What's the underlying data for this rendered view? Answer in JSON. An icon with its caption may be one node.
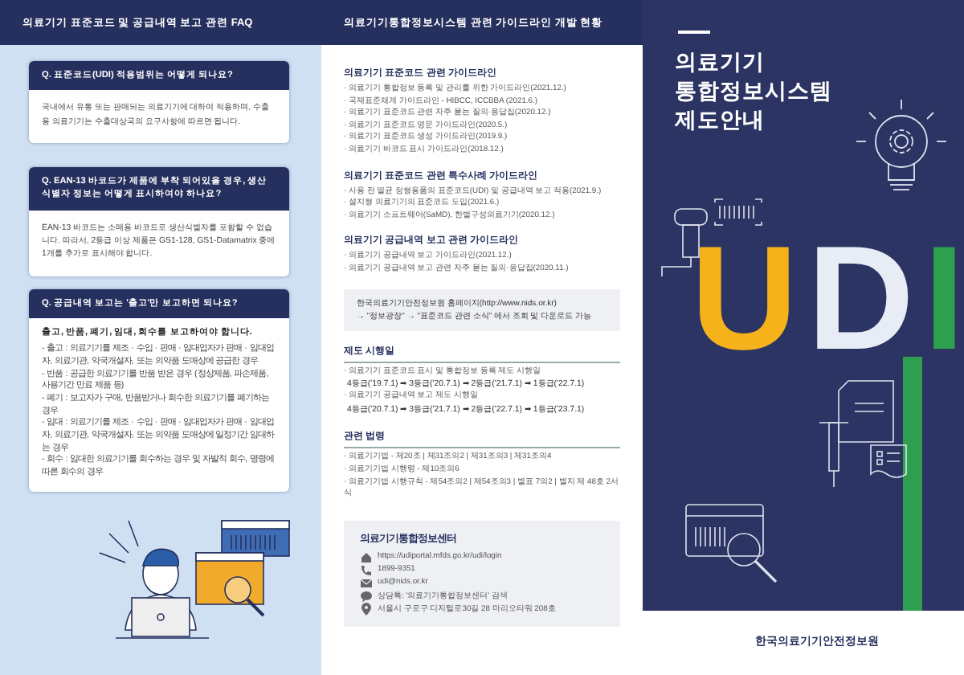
{
  "diagram": {
    "title": "의료기기 통합정보시스템 제도안내",
    "nodes": [
      {
        "text": [
          "Q. 표준코드(UDI) 적용범위는 어떻게 되나요?",
          "국내에서 유통 또는 판매되는 의료기기에 대하여 적용하며, 수출용 의료기기는 수출대상국의 요구사항에 따르면 됩니다."
        ]
      },
      {
        "text": [
          "Q. EAN-13 바코드가 제품에 부착 되어있을 경우, 생산식별자 정보는 어떻게 표시하여야 하나요?",
          "EAN-13 바코드는 소매용 바코드로 생산식별자를 포함할 수 없습니다. 따라서, 2등급 이상 제품은 GS1-128, GS1-Datamatrix 중에 1개를 추가로 표시해야 합니다."
        ]
      },
      {
        "text": [
          "Q. 공급내역 보고는 '출고'만 보고하면 되나요?",
          "출고, 반품, 폐기, 임대, 회수를 보고하여야 합니다.",
          "- 출고 : 의료기기를 제조 · 수입 · 판매 · 임대업자가 판매 · 임대업자, 의료기관, 약국개설자, 또는 의약품 도매상에 공급한 경우",
          "- 반품 : 공급한 의료기기를 반품 받은 경우 (정상제품, 파손제품, 사용기간 만료 제품 등)",
          "- 폐기 : 보고자가 구매, 반품받거나 회수한 의료기기를 폐기하는 경우",
          "- 임대 : 의료기기를 제조 · 수입 · 판매 · 임대업자가 판매 · 임대업자, 의료기관, 약국개설자, 또는 의약품 도매상에 일정기간 임대하는 경우",
          "- 회수 : 임대한 의료기기를 회수하는 경우 및 자발적 회수, 명령에 따른 회수의 경우"
        ]
      },
      {
        "text": [
          "한국의료기기안전정보원 홈페이지(http://www.nids.or.kr)",
          "→ \"정보광장\" → \"표준코드 관련 소식\" 에서 조회 및 다운로드 가능"
        ]
      },
      {
        "text": [
          "의료기기통합정보센터",
          "https://udiportal.mfds.go.kr/udi/login",
          "1899-9351",
          "udi@nids.or.kr",
          "상담톡: '의료기기통합정보센터' 검색",
          "서울시 구로구 디지털로30길 28 마리오타워 208호"
        ]
      }
    ],
    "labels": [
      "의료기기 표준코드 및 공급내역 보고 관련 FAQ",
      "의료기기통합정보시스템 관련 가이드라인 개발 현황",
      "의료기기 표준코드 관련 가이드라인",
      "· 의료기기 통합정보 등록 및 관리를 위한 가이드라인(2021.12.)",
      "· 국제표준체계 가이드라인 - HIBCC, ICCBBA (2021.6.)",
      "· 의료기기 표준코드 관련 자주 묻는 질의·응답집(2020.12.)",
      "· 의료기기 표준코드 영문 가이드라인(2020.5.)",
      "· 의료기기 표준코드 생성 가이드라인(2019.9.)",
      "· 의료기기 바코드 표시 가이드라인(2018.12.)",
      "의료기기 표준코드 관련 특수사례 가이드라인",
      "· 사용 전 멸균 정형용품의 표준코드(UDI) 및 공급내역 보고 적용(2021.9.)",
      "· 설치형 의료기기의 표준코드 도입(2021.6.)",
      "· 의료기기 소프트웨어(SaMD), 한벌구성의료기기(2020.12.)",
      "의료기기 공급내역 보고 관련 가이드라인",
      "· 의료기기 공급내역 보고 가이드라인(2021.12.)",
      "· 의료기기 공급내역 보고 관련 자주 묻는 질의·응답집(2020.11.)",
      "제도 시행일",
      "· 의료기기 표준코드 표시 및 통합정보 등록 제도 시행일",
      "4등급('19.7.1) ➡ 3등급('20.7.1) ➡ 2등급('21.7.1) ➡ 1등급('22.7.1)",
      "· 의료기기 공급내역 보고 제도 시행일",
      "4등급('20.7.1) ➡ 3등급('21.7.1) ➡ 2등급('22.7.1) ➡ 1등급('23.7.1)",
      "관련 법령",
      "· 의료기기법 - 제20조 | 제31조의2 | 제31조의3 | 제31조의4",
      "· 의료기기법 시행령 - 제10조의6",
      "· 의료기기법 시행규칙 - 제54조의2 | 제54조의3 | 별표 7의2 | 별지 제 48호 2서식",
      "UDI",
      "한국의료기기안전정보원"
    ]
  }
}
